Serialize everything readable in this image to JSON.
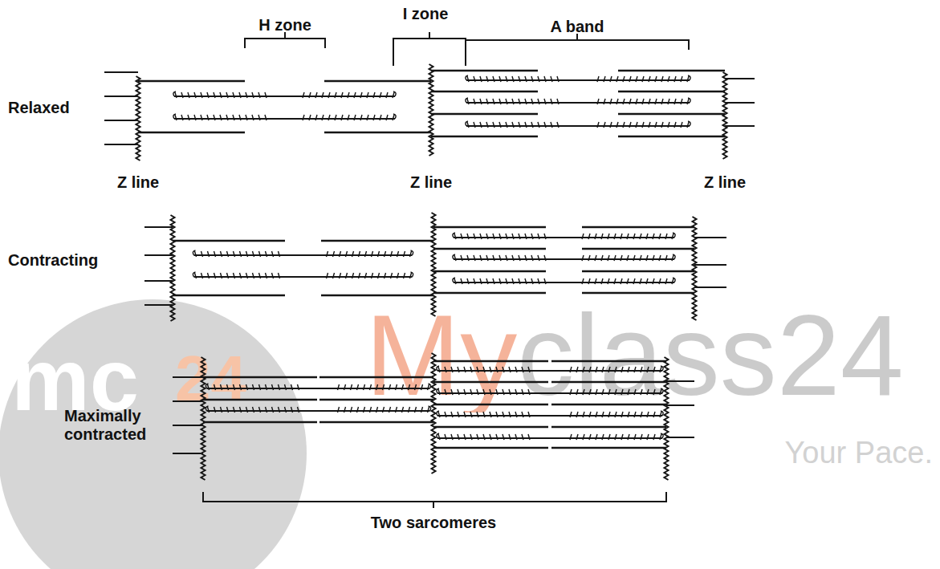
{
  "diagram": {
    "labels": [
      "H zone",
      "I zone",
      "A band",
      "Relaxed",
      "Z line",
      "Z line",
      "Z line",
      "Contracting",
      "Maximally contracted",
      "Two sarcomeres",
      "mc",
      "24",
      "Myclass24",
      "Your Pace."
    ]
  }
}
